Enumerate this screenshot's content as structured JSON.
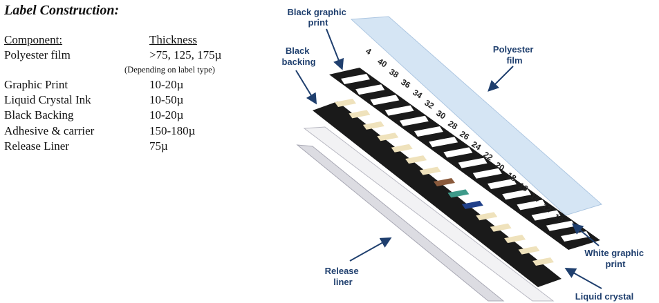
{
  "title": "Label Construction:",
  "table": {
    "header_component": "Component:",
    "header_thickness": "Thickness",
    "rows": [
      {
        "component": "Polyester film",
        "thickness": ">75, 125, 175µ"
      },
      {
        "component": "Graphic Print",
        "thickness": "10-20µ"
      },
      {
        "component": "Liquid Crystal Ink",
        "thickness": "10-50µ"
      },
      {
        "component": "Black Backing",
        "thickness": "10-20µ"
      },
      {
        "component": "Adhesive & carrier",
        "thickness": "150-180µ"
      },
      {
        "component": "Release Liner",
        "thickness": "75µ"
      }
    ],
    "note": "(Depending on label type)"
  },
  "diagram": {
    "callouts": {
      "black_graphic_print": [
        "Black graphic",
        "print"
      ],
      "black_backing": [
        "Black",
        "backing"
      ],
      "polyester_film": [
        "Polyester",
        "film"
      ],
      "release_liner": [
        "Release",
        "liner"
      ],
      "white_graphic_print": [
        "White graphic",
        "print"
      ],
      "liquid_crystal": [
        "Liquid crystal"
      ]
    },
    "scale_numbers": [
      "4",
      "40",
      "38",
      "36",
      "34",
      "32",
      "30",
      "28",
      "26",
      "24",
      "22",
      "20",
      "18",
      "16",
      "14",
      "12",
      "10"
    ],
    "colors": {
      "callout_text": "#1f3f6e",
      "arrow": "#1f3f6e",
      "polyester_film": "#d3e4f4",
      "black_layer": "#1a1a1a",
      "release_liner": "#dcdce2",
      "carrier": "#f2f2f4",
      "crystal_patch": "#efe2bc",
      "brown_patch": "#8a5a3c",
      "teal_patch": "#3e9a8a",
      "blue_patch": "#20408a"
    }
  }
}
